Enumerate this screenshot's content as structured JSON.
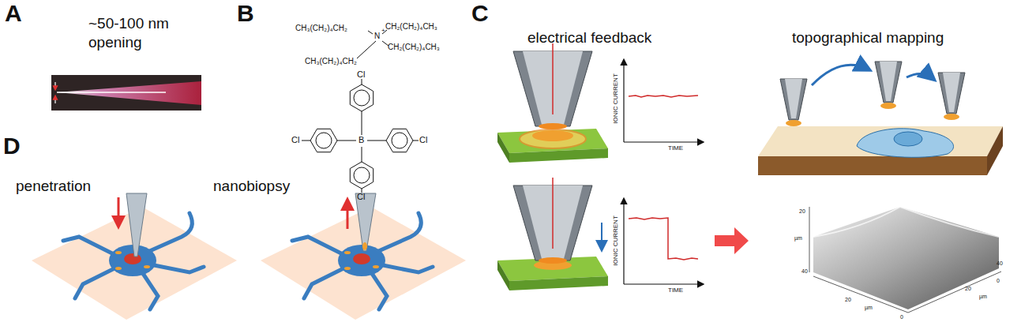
{
  "diagram": {
    "labels": [
      "A",
      "~50-100 nm",
      "opening",
      "B",
      "CH₃(CH₂)₄CH₂",
      "N",
      "+",
      "CH₂(CH₂)₄CH₃",
      "CH₂(CH₂)₄CH₃",
      "CH₃(CH₂)₄CH₂",
      "Cl",
      "Cl",
      "B",
      "Cl",
      "Cl",
      "C",
      "electrical feedback",
      "IONIC CURRENT",
      "TIME",
      "IONIC CURRENT",
      "TIME",
      "topographical mapping",
      "D",
      "penetration",
      "nanobiopsy",
      "20",
      "µm",
      "40",
      "20",
      "µm",
      "0",
      "40",
      "20",
      "µm",
      "0"
    ]
  }
}
